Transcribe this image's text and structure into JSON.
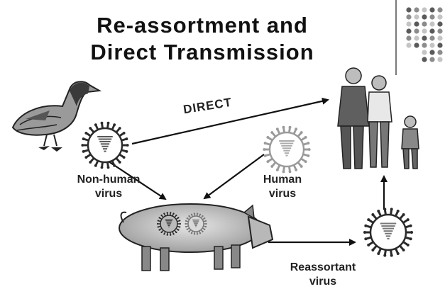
{
  "title": {
    "line1": "Re-assortment and",
    "line2": "Direct Transmission"
  },
  "labels": {
    "direct": "DIRECT",
    "nonhuman_line1": "Non-human",
    "nonhuman_line2": "virus",
    "human_line1": "Human",
    "human_line2": "virus",
    "reassortant_line1": "Reassortant",
    "reassortant_line2": "virus"
  },
  "colors": {
    "ink": "#111111",
    "dot_dark": "#5a5a5a",
    "dot_mid": "#8c8c8c",
    "dot_light": "#c4c4c4"
  }
}
